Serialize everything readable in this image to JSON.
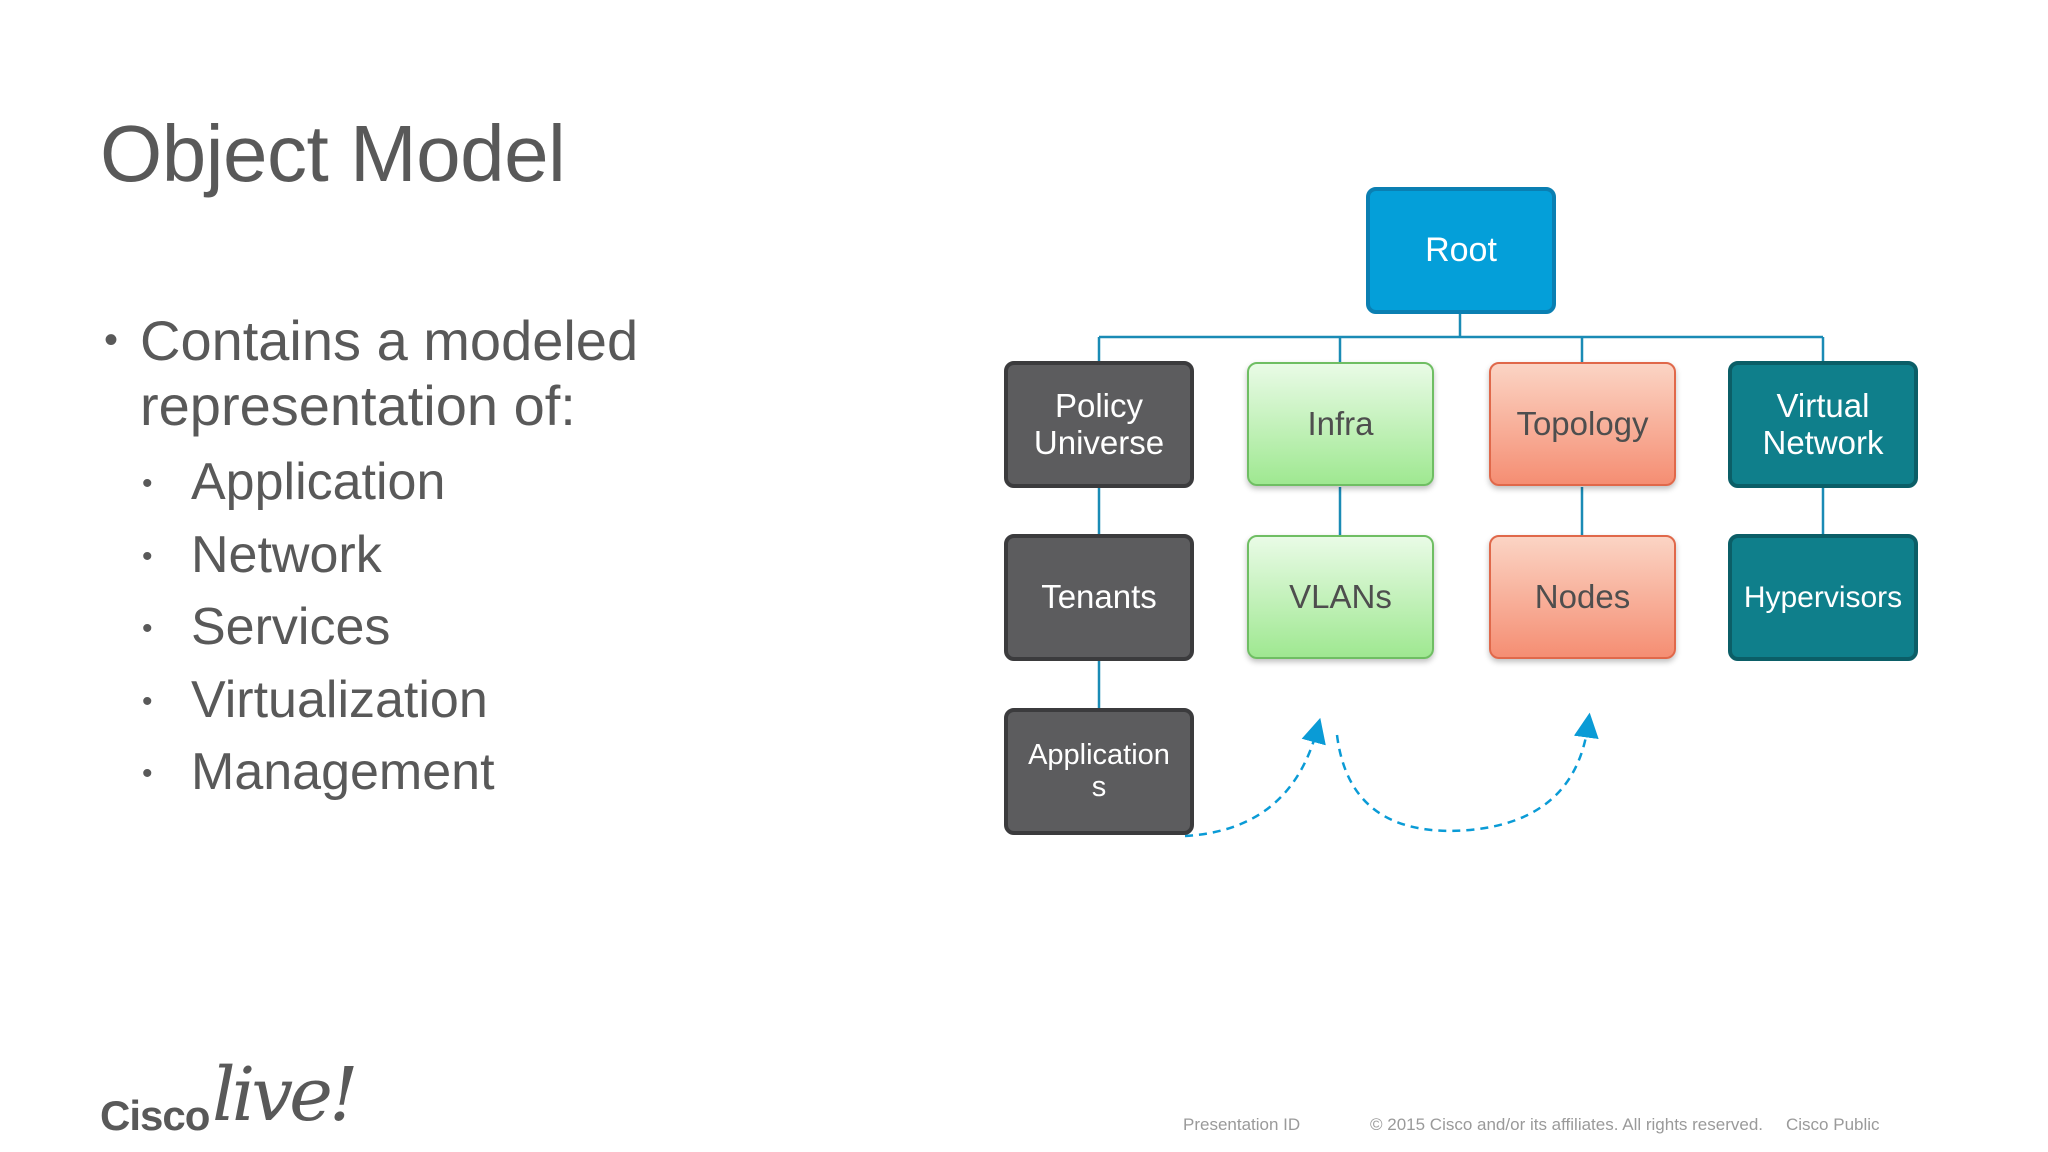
{
  "slide": {
    "title": "Object Model",
    "bullet": "Contains a modeled representation of:",
    "sub_bullets": [
      "Application",
      "Network",
      "Services",
      "Virtualization",
      "Management"
    ]
  },
  "diagram": {
    "root": "Root",
    "columns": [
      {
        "top": "Policy Universe",
        "children": [
          "Tenants",
          "Applications"
        ],
        "style": "dark"
      },
      {
        "top": "Infra",
        "children": [
          "VLANs"
        ],
        "style": "green"
      },
      {
        "top": "Topology",
        "children": [
          "Nodes"
        ],
        "style": "salmon"
      },
      {
        "top": "Virtual Network",
        "children": [
          "Hypervisors"
        ],
        "style": "teal"
      }
    ],
    "connector_color": "#1a8bb5",
    "arrow_color": "#0a9bd6"
  },
  "footer": {
    "presentation_id": "Presentation ID",
    "copyright": "© 2015  Cisco and/or its affiliates. All rights reserved.",
    "classification": "Cisco Public"
  },
  "logo": {
    "brand": "Cisco",
    "event": "live!"
  }
}
